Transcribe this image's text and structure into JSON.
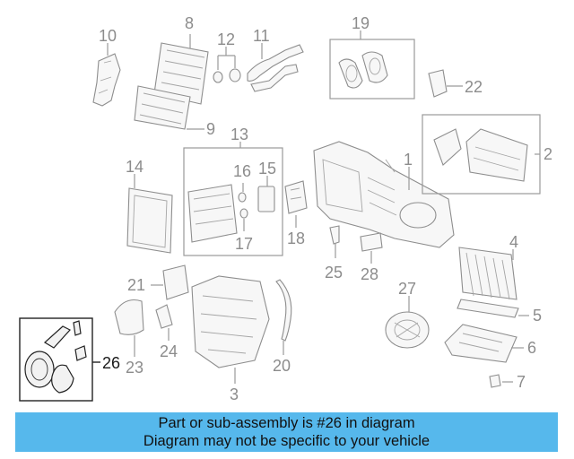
{
  "diagram": {
    "highlighted_part": "26",
    "callouts": [
      {
        "number": "1"
      },
      {
        "number": "2"
      },
      {
        "number": "3"
      },
      {
        "number": "4"
      },
      {
        "number": "5"
      },
      {
        "number": "6"
      },
      {
        "number": "7"
      },
      {
        "number": "8"
      },
      {
        "number": "9"
      },
      {
        "number": "10"
      },
      {
        "number": "11"
      },
      {
        "number": "12"
      },
      {
        "number": "13"
      },
      {
        "number": "14"
      },
      {
        "number": "15"
      },
      {
        "number": "16"
      },
      {
        "number": "17"
      },
      {
        "number": "18"
      },
      {
        "number": "19"
      },
      {
        "number": "20"
      },
      {
        "number": "21"
      },
      {
        "number": "22"
      },
      {
        "number": "23"
      },
      {
        "number": "24"
      },
      {
        "number": "25"
      },
      {
        "number": "26"
      },
      {
        "number": "27"
      },
      {
        "number": "28"
      }
    ]
  },
  "banner": {
    "line1": "Part or sub-assembly is #26 in diagram",
    "line2": "Diagram may not be specific to your vehicle",
    "background": "#56b8ec"
  }
}
